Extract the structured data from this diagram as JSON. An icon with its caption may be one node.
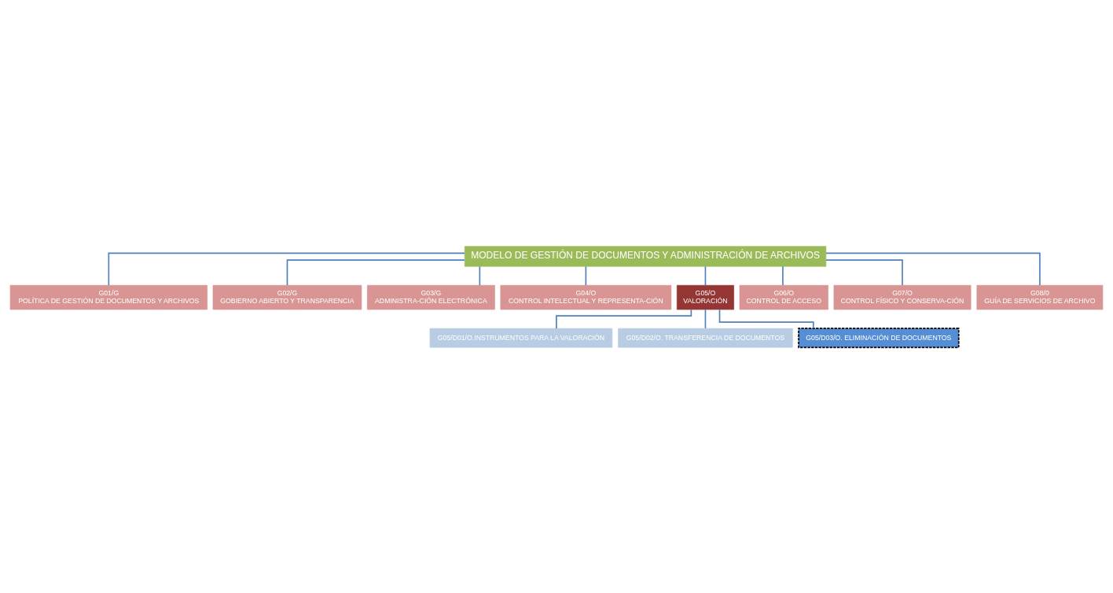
{
  "diagram": {
    "nodes": [
      {
        "text": [
          "MODELO DE GESTIÓN DE DOCUMENTOS Y ADMINISTRACIÓN DE ARCHIVOS"
        ]
      },
      {
        "text": [
          "G01/G",
          "POLÍTICA DE GESTIÓN DE DOCUMENTOS Y ARCHIVOS"
        ]
      },
      {
        "text": [
          "G02/G",
          "GOBIERNO ABIERTO Y TRANSPARENCIA"
        ]
      },
      {
        "text": [
          "G03/G",
          "ADMINISTRA-CIÓN ELECTRÓNICA"
        ]
      },
      {
        "text": [
          "G04/O",
          "CONTROL INTELECTUAL Y REPRESENTA-CIÓN"
        ]
      },
      {
        "text": [
          "G05/O",
          "VALORACIÓN"
        ]
      },
      {
        "text": [
          "G06/O",
          "CONTROL DE ACCESO"
        ]
      },
      {
        "text": [
          "G07/O",
          "CONTROL FÍSICO Y CONSERVA-CIÓN"
        ]
      },
      {
        "text": [
          "G08/0",
          "GUÍA DE SERVICIOS DE ARCHIVO"
        ]
      },
      {
        "text": [
          "G05/D01/O.INSTRUMENTOS PARA LA VALORACIÓN"
        ]
      },
      {
        "text": [
          "G05/D02/O. TRANSFERENCIA DE DOCUMENTOS"
        ]
      },
      {
        "text": [
          "G05/D03/O. ELIMINACIÓN DE DOCUMENTOS"
        ]
      }
    ],
    "edges": [
      {
        "from": 0,
        "to": 1,
        "arrow": "none"
      },
      {
        "from": 0,
        "to": 2,
        "arrow": "none"
      },
      {
        "from": 0,
        "to": 3,
        "arrow": "none"
      },
      {
        "from": 0,
        "to": 4,
        "arrow": "none"
      },
      {
        "from": 0,
        "to": 5,
        "arrow": "none"
      },
      {
        "from": 0,
        "to": 6,
        "arrow": "none"
      },
      {
        "from": 0,
        "to": 7,
        "arrow": "none"
      },
      {
        "from": 0,
        "to": 8,
        "arrow": "none"
      },
      {
        "from": 5,
        "to": 9,
        "arrow": "none"
      },
      {
        "from": 5,
        "to": 10,
        "arrow": "none"
      },
      {
        "from": 5,
        "to": 11,
        "arrow": "none"
      }
    ]
  }
}
